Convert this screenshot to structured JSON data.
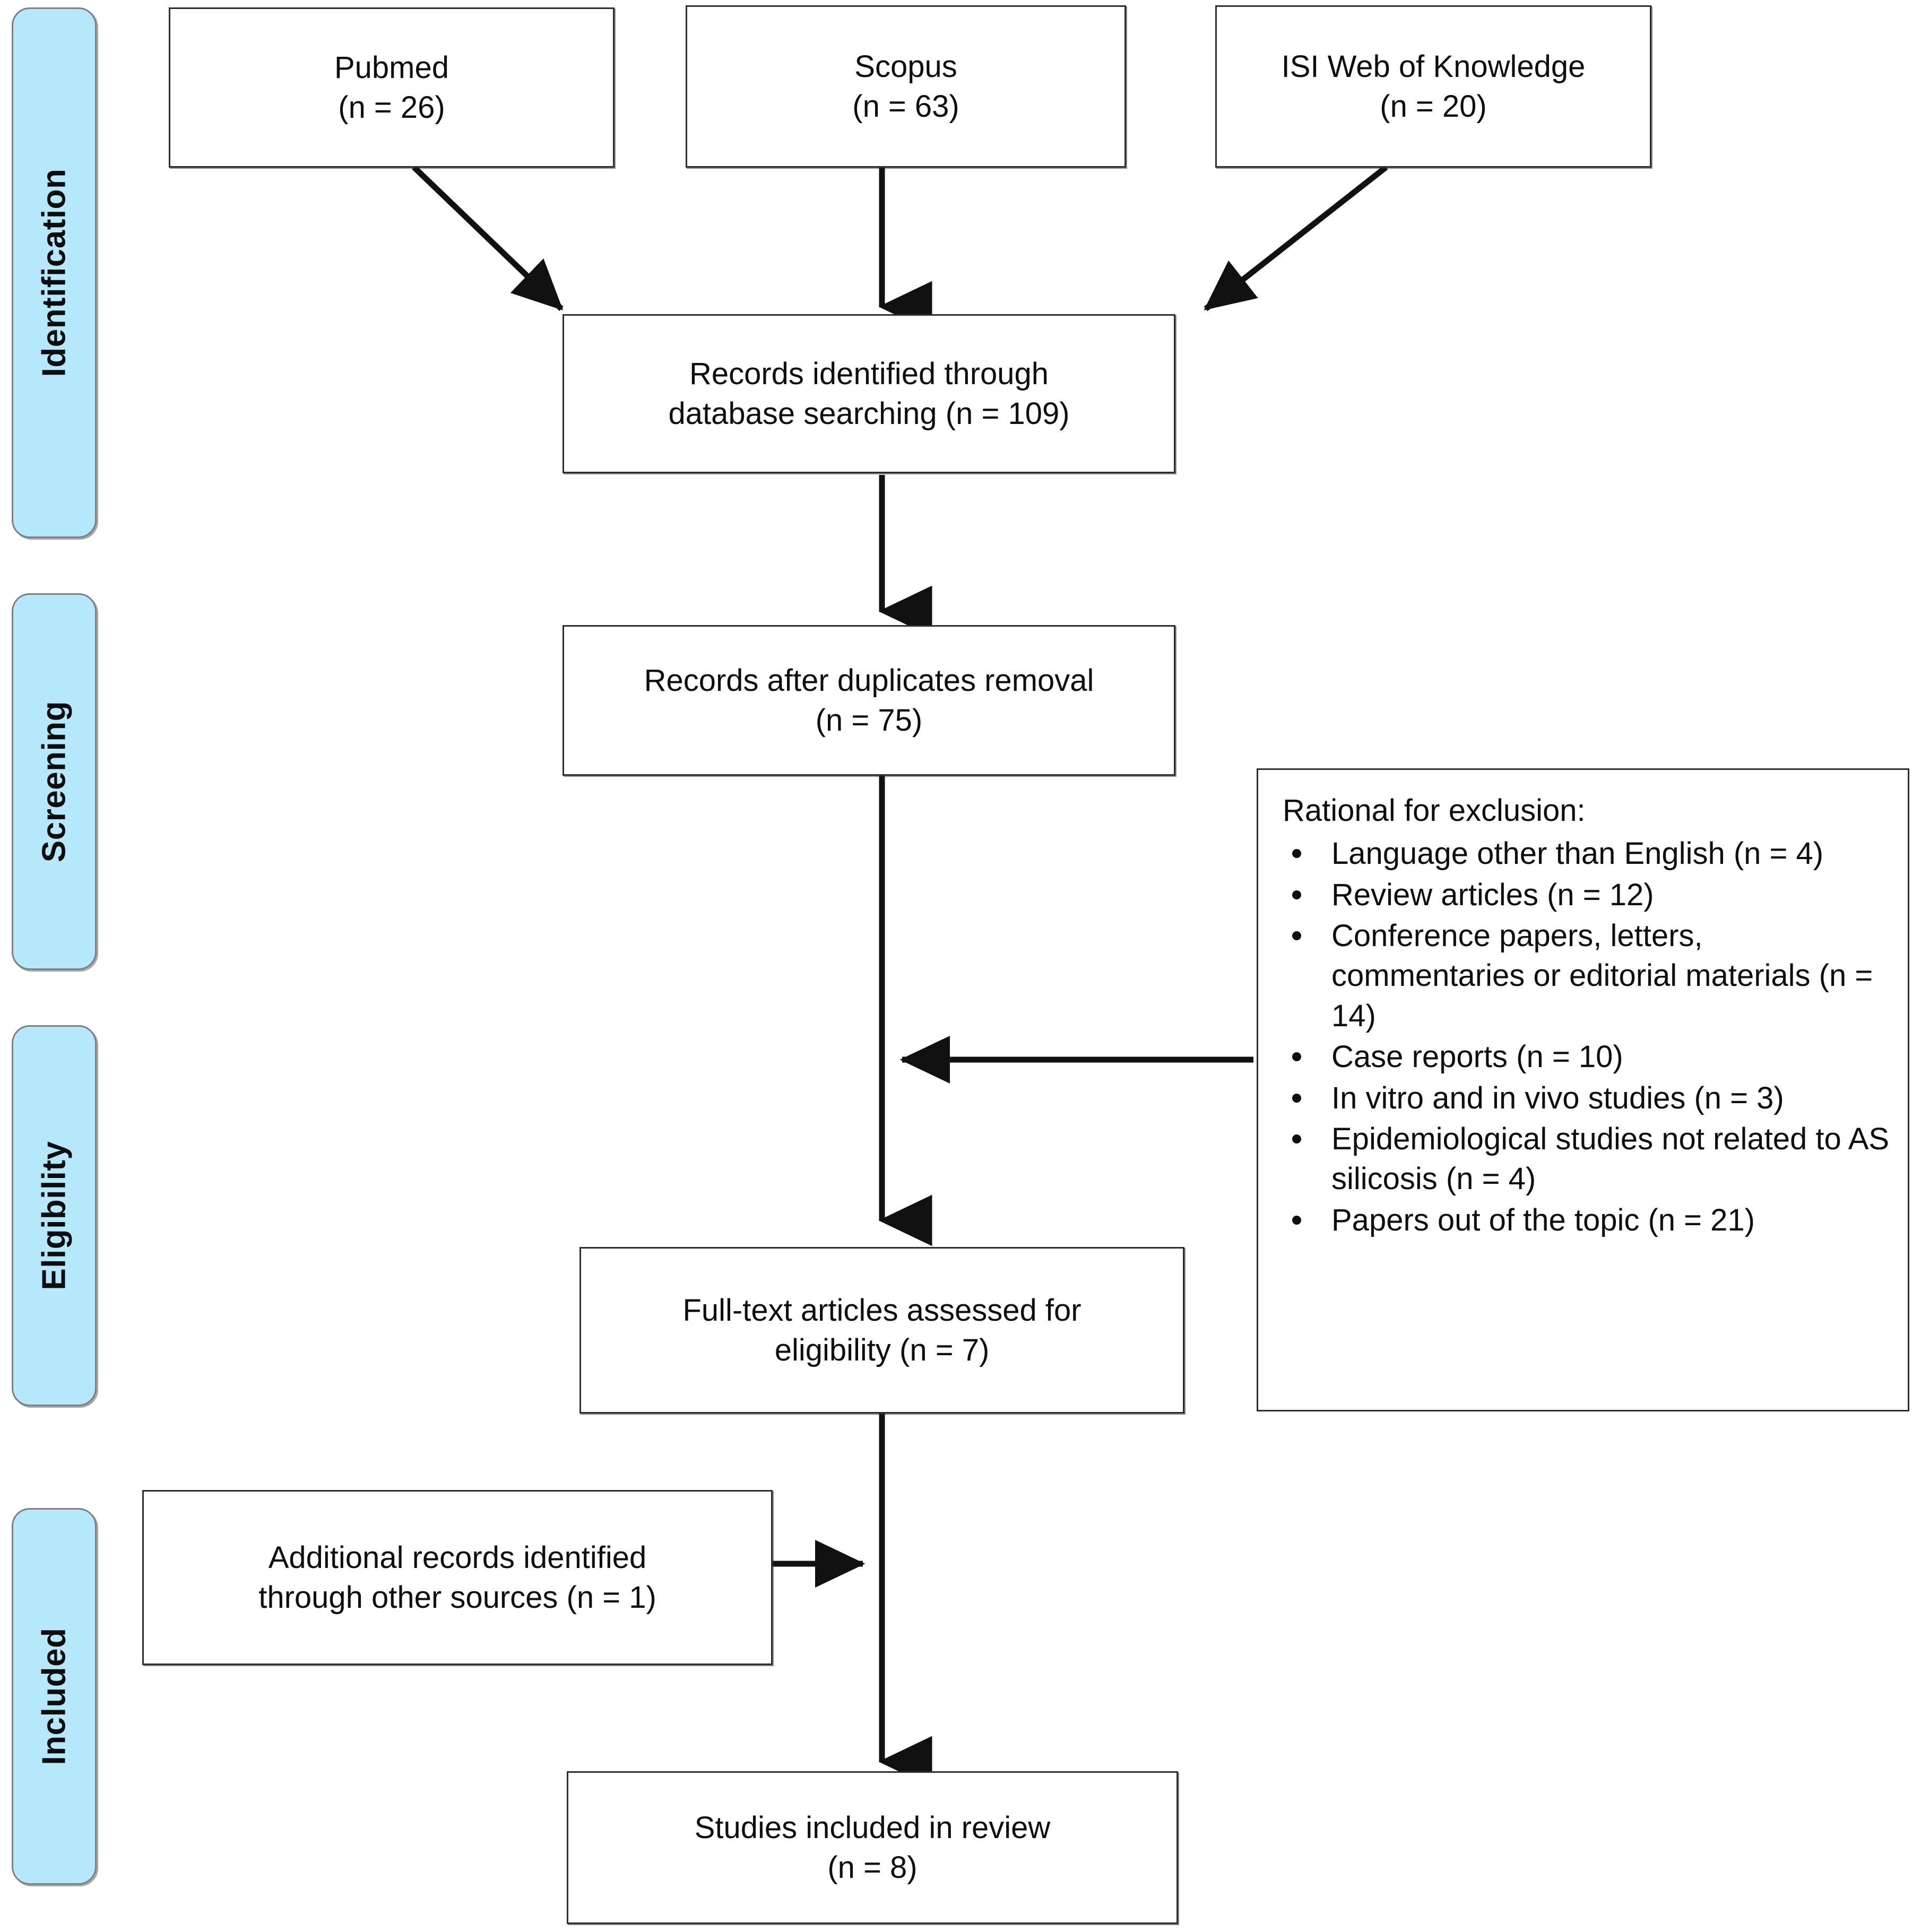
{
  "diagram": {
    "title": "PRISMA study selection flow diagram",
    "type": "prisma-flow",
    "accent_color": "#b5e8fb",
    "border_color": "#2e2e2e"
  },
  "phases": [
    {
      "label": "Identification"
    },
    {
      "label": "Screening"
    },
    {
      "label": "Eligibility"
    },
    {
      "label": "Included"
    }
  ],
  "sources": [
    {
      "name": "Pubmed",
      "count": "(n = 26)"
    },
    {
      "name": "Scopus",
      "count": "(n = 63)"
    },
    {
      "name": "ISI Web of Knowledge",
      "count": "(n = 20)"
    }
  ],
  "flow": {
    "identified": {
      "line1": "Records identified through",
      "line2": "database searching (n = 109)"
    },
    "after_duplicates": {
      "line1": "Records after duplicates removal",
      "line2": "(n = 75)"
    },
    "fulltext": {
      "line1": "Full-text articles assessed for",
      "line2": "eligibility (n = 7)"
    },
    "additional": {
      "line1": "Additional records identified",
      "line2": "through other sources (n = 1)"
    },
    "included": {
      "line1": "Studies included in review",
      "line2": "(n = 8)"
    }
  },
  "exclusion": {
    "title": "Rational for exclusion:",
    "items": [
      "Language other than English (n = 4)",
      "Review articles (n = 12)",
      "Conference papers, letters, commentaries or editorial materials (n = 14)",
      "Case reports (n = 10)",
      "In vitro and in vivo studies (n = 3)",
      "Epidemiological studies not related to AS silicosis (n = 4)",
      "Papers out of the topic (n = 21)"
    ]
  },
  "chart_data": {
    "type": "diagram",
    "title": "PRISMA flow of information through the review phases",
    "nodes": [
      {
        "id": "pubmed",
        "phase": "Identification",
        "label": "Pubmed",
        "n": 26
      },
      {
        "id": "scopus",
        "phase": "Identification",
        "label": "Scopus",
        "n": 63
      },
      {
        "id": "isi",
        "phase": "Identification",
        "label": "ISI Web of Knowledge",
        "n": 20
      },
      {
        "id": "identified",
        "phase": "Identification",
        "label": "Records identified through database searching",
        "n": 109
      },
      {
        "id": "deduped",
        "phase": "Screening",
        "label": "Records after duplicates removal",
        "n": 75
      },
      {
        "id": "fulltext",
        "phase": "Eligibility",
        "label": "Full-text articles assessed for eligibility",
        "n": 7
      },
      {
        "id": "additional",
        "phase": "Included",
        "label": "Additional records identified through other sources",
        "n": 1
      },
      {
        "id": "included",
        "phase": "Included",
        "label": "Studies included in review",
        "n": 8
      }
    ],
    "edges": [
      {
        "from": "pubmed",
        "to": "identified"
      },
      {
        "from": "scopus",
        "to": "identified"
      },
      {
        "from": "isi",
        "to": "identified"
      },
      {
        "from": "identified",
        "to": "deduped"
      },
      {
        "from": "deduped",
        "to": "fulltext"
      },
      {
        "from": "exclusion",
        "to": "deduped-to-fulltext",
        "label": "Rational for exclusion"
      },
      {
        "from": "additional",
        "to": "fulltext-to-included"
      },
      {
        "from": "fulltext",
        "to": "included"
      }
    ],
    "exclusion_reasons": [
      {
        "reason": "Language other than English",
        "n": 4
      },
      {
        "reason": "Review articles",
        "n": 12
      },
      {
        "reason": "Conference papers, letters, commentaries or editorial materials",
        "n": 14
      },
      {
        "reason": "Case reports",
        "n": 10
      },
      {
        "reason": "In vitro and in vivo studies",
        "n": 3
      },
      {
        "reason": "Epidemiological studies not related to AS silicosis",
        "n": 4
      },
      {
        "reason": "Papers out of the topic",
        "n": 21
      }
    ]
  }
}
